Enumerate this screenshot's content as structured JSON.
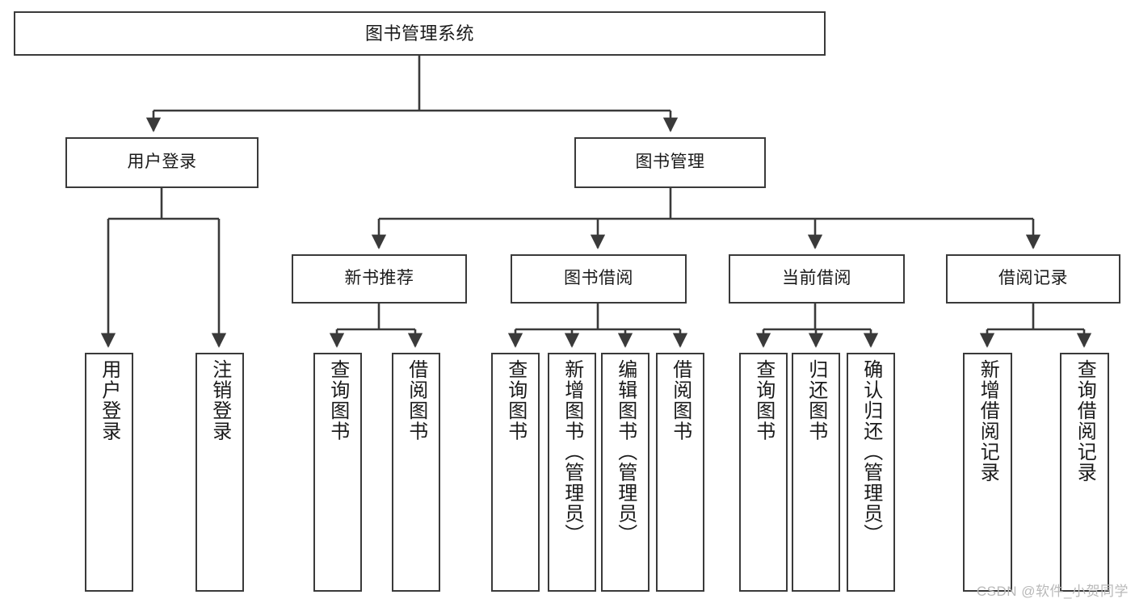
{
  "diagram": {
    "title": "图书管理系统",
    "watermark": "CSDN @软件_小贺同学",
    "line_color": "#3a3a3a",
    "box_fill": "#ffffff",
    "text_color": "#1a1a1a",
    "watermark_color": "#b9b9b9",
    "levels": {
      "root": {
        "label": "图书管理系统"
      },
      "level2": [
        {
          "label": "用户登录"
        },
        {
          "label": "图书管理"
        }
      ],
      "level3": [
        {
          "label": "新书推荐"
        },
        {
          "label": "图书借阅"
        },
        {
          "label": "当前借阅"
        },
        {
          "label": "借阅记录"
        }
      ]
    },
    "nodes": {
      "root": "图书管理系统",
      "user_login": "用户登录",
      "book_manage": "图书管理",
      "new_book_rec": "新书推荐",
      "book_borrow": "图书借阅",
      "current_borrow": "当前借阅",
      "borrow_record": "借阅记录",
      "leaf_user_login": "用户登录",
      "leaf_user_logout": "注销登录",
      "leaf_rec_query_book": "查询图书",
      "leaf_rec_borrow_book": "借阅图书",
      "leaf_borrow_query_book": "查询图书",
      "leaf_borrow_add_book": "新增图书（管理员）",
      "leaf_borrow_edit_book": "编辑图书（管理员）",
      "leaf_borrow_borrow_book": "借阅图书",
      "leaf_cur_query_book": "查询图书",
      "leaf_cur_return_book": "归还图书",
      "leaf_cur_confirm_return": "确认归还（管理员）",
      "leaf_rec_add_record": "新增借阅记录",
      "leaf_rec_query_record": "查询借阅记录"
    }
  }
}
